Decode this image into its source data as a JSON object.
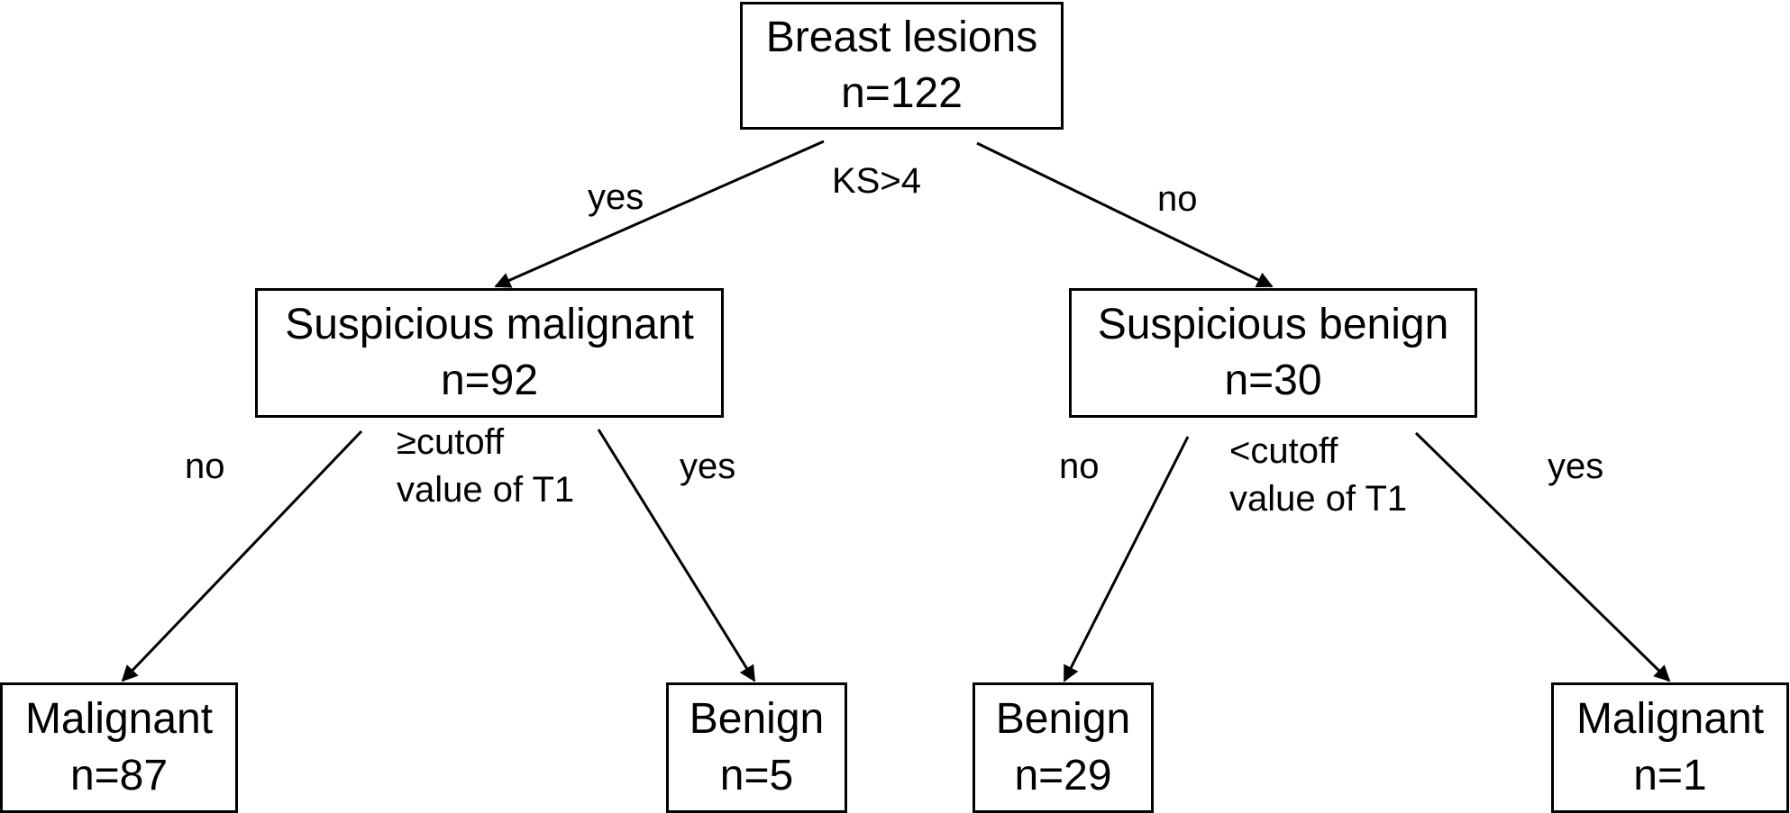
{
  "nodes": {
    "root": {
      "title": "Breast lesions",
      "count": "n=122"
    },
    "suspicious_malignant": {
      "title": "Suspicious malignant",
      "count": "n=92"
    },
    "suspicious_benign": {
      "title": "Suspicious benign",
      "count": "n=30"
    },
    "malignant_left": {
      "title": "Malignant",
      "count": "n=87"
    },
    "benign_left": {
      "title": "Benign",
      "count": "n=5"
    },
    "benign_right": {
      "title": "Benign",
      "count": "n=29"
    },
    "malignant_right": {
      "title": "Malignant",
      "count": "n=1"
    }
  },
  "conditions": {
    "root_split": "KS>4",
    "malignant_split_line1": "≥cutoff",
    "malignant_split_line2": "value of T1",
    "benign_split_line1": "<cutoff",
    "benign_split_line2": "value of T1"
  },
  "edge_labels": {
    "root_to_malignant": "yes",
    "root_to_benign": "no",
    "susm_to_malignant": "no",
    "susm_to_benign": "yes",
    "susb_to_benign": "no",
    "susb_to_malignant": "yes"
  },
  "colors": {
    "line": "#000000",
    "background": "#ffffff"
  }
}
